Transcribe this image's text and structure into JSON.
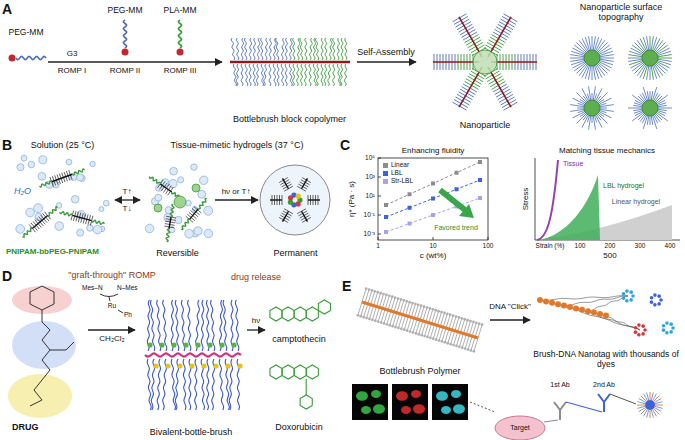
{
  "diagram": {
    "nodes": [
      {
        "text": [
          "PEG-MM"
        ]
      },
      {
        "text": [
          "Bottlebrush block copolymer"
        ]
      },
      {
        "text": [
          "Nanoparticle"
        ]
      },
      {
        "text": [
          "Nanoparticle surface topography"
        ]
      },
      {
        "text": [
          "Solution (25 °C)"
        ]
      },
      {
        "text": [
          "Reversible"
        ]
      },
      {
        "text": [
          "Permanent"
        ]
      },
      {
        "text": [
          "DRUG"
        ]
      },
      {
        "text": [
          "Bivalent-bottle-brush"
        ]
      },
      {
        "text": [
          "camptothecin",
          "Doxorubicin"
        ]
      },
      {
        "text": [
          "Bottlebrush Polymer"
        ]
      },
      {
        "text": [
          "Brush-DNA Nanotag with thousands of dyes"
        ]
      }
    ],
    "edges": [
      {
        "from": 0,
        "to": 1,
        "arrow": "to"
      },
      {
        "from": 1,
        "to": 2,
        "arrow": "to",
        "label": "Self-Assembly"
      },
      {
        "from": 4,
        "to": 5,
        "arrow": "both",
        "label": "T↑"
      },
      {
        "from": 5,
        "to": 6,
        "arrow": "to",
        "label": "hν or T↑"
      },
      {
        "from": 7,
        "to": 8,
        "arrow": "to",
        "label": "\"graft-through\" ROMP"
      },
      {
        "from": 8,
        "to": 9,
        "arrow": "to",
        "label": "drug release"
      },
      {
        "from": 10,
        "to": 11,
        "arrow": "to",
        "label": "DNA \"Click\""
      }
    ],
    "labels": [
      "A",
      "G3",
      "ROMP I",
      "PEG-MM",
      "ROMP II",
      "PLA-MM",
      "ROMP III",
      "B",
      "Tissue-mimetic hydrogels (37 °C)",
      "H₂O",
      "T↓",
      "PNIPAM-bbPEG-PNIPAM",
      "C",
      "Enhancing fluidity",
      "η* (Pa · s)",
      "10⁵",
      "10³",
      "10¹",
      "10⁻¹",
      "10⁻³",
      "1",
      "10",
      "100",
      "c (wt%)",
      "Favored trend",
      "Matching tissue mechanics",
      "Stress",
      "Strain (%)",
      "100",
      "200",
      "300",
      "400",
      "500",
      "Tissue",
      "LBL hydrogel",
      "Linear hydrogel",
      "D",
      "Mes–N",
      "N–Mes",
      "Ru",
      "Ph",
      "CH₂Cl₂",
      "hν",
      "E",
      "Target",
      "1st Ab",
      "2nd Ab"
    ],
    "legend": [
      {
        "text": "Linear",
        "color": "#8c8c8c"
      },
      {
        "text": "LBL",
        "color": "#3d63d6"
      },
      {
        "text": "Str-LBL",
        "color": "#a3a3ee"
      }
    ]
  }
}
